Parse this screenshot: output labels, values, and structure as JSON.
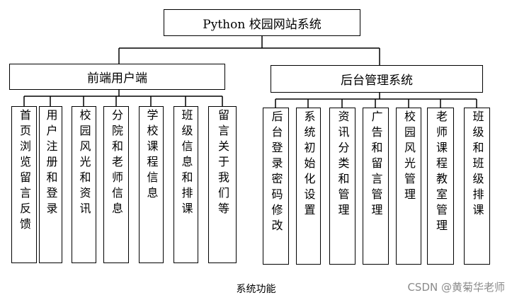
{
  "root": {
    "label": "Python 校园网站系统"
  },
  "groups": [
    {
      "label": "前端用户端",
      "children": [
        "首页浏览留言反馈",
        "用户注册和登录",
        "校园风光和资讯",
        "分院和老师信息",
        "学校课程信息",
        "班级信息和排课",
        "留言关于我们等"
      ]
    },
    {
      "label": "后台管理系统",
      "children": [
        "后台登录密码修改",
        "系统初始化设置",
        "资讯分类和管理",
        "广告和留言管理",
        "校园风光管理",
        "老师课程教室管理",
        "班级和班级排课"
      ]
    }
  ],
  "caption": "系统功能",
  "watermark": "CSDN @黄菊华老师"
}
